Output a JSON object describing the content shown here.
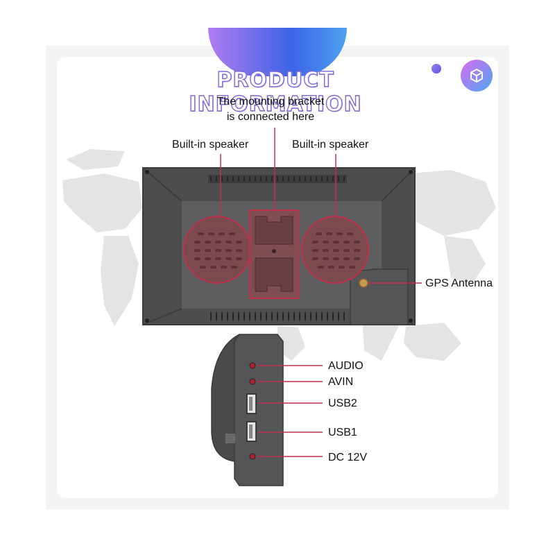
{
  "header": {
    "title": "PRODUCT INFORMATION"
  },
  "callouts": {
    "mounting_line1": "The mounting bracket",
    "mounting_line2": "is connected here",
    "speaker_left": "Built-in speaker",
    "speaker_right": "Built-in speaker",
    "gps": "GPS Antenna"
  },
  "ports": [
    {
      "label": "AUDIO"
    },
    {
      "label": "AVIN"
    },
    {
      "label": "USB2"
    },
    {
      "label": "USB1"
    },
    {
      "label": "DC 12V"
    }
  ],
  "colors": {
    "accent": "#c0304a",
    "device": "#4a4a4c",
    "map": "#e6e6e6",
    "title_stroke": "#7a6ad8"
  },
  "icons": {
    "badge": "cube-icon"
  }
}
